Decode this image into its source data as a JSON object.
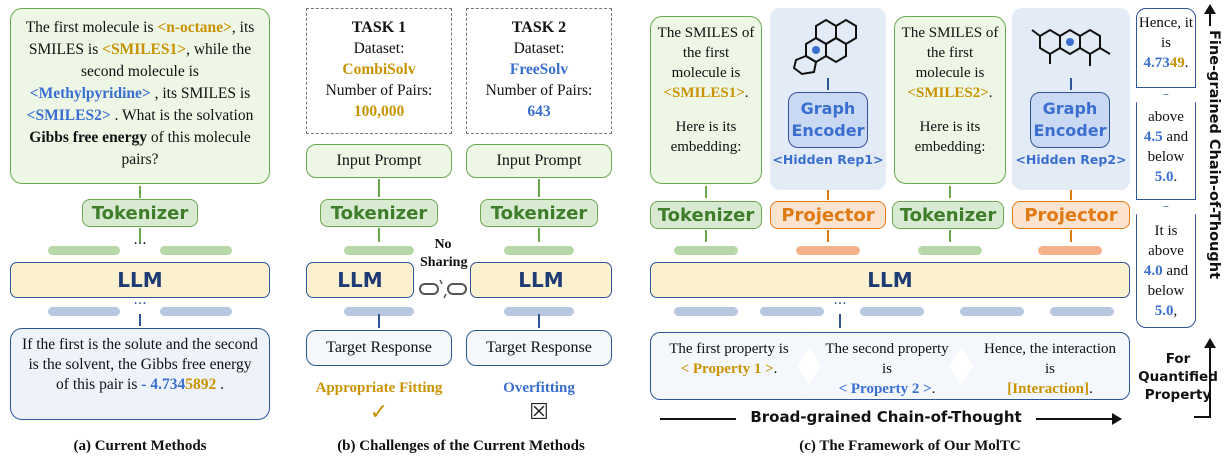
{
  "a": {
    "question": {
      "p1": "The first molecule is ",
      "n_octane": "<n-octane>",
      "p2": ", its SMILES is ",
      "smiles1": "<SMILES1>",
      "p3": ", while the second molecule is ",
      "methylpyridine": "<Methylpyridine>",
      "p4": " , its SMILES is ",
      "smiles2": "<SMILES2>",
      "p5": " . What is the solvation ",
      "gibbs": "Gibbs free energy",
      "p6": " of this molecule pairs?"
    },
    "tokenizer": "Tokenizer",
    "llm": "LLM",
    "dots_top": "···",
    "dots_bottom": "···",
    "answer": {
      "p1": "If the first is the solute and the second is the solvent, the  Gibbs free energy of this pair is ",
      "minus": "- ",
      "digits_blue": "4.734",
      "digits_gold": "5892",
      "end": " ."
    },
    "caption": "(a) Current Methods"
  },
  "b": {
    "task1": {
      "title": "TASK 1",
      "dataset_label": "Dataset:",
      "dataset": "CombiSolv",
      "pairs_label": "Number of Pairs:",
      "pairs": "100,000"
    },
    "task2": {
      "title": "TASK 2",
      "dataset_label": "Dataset:",
      "dataset": "FreeSolv",
      "pairs_label": "Number of Pairs:",
      "pairs": "643"
    },
    "input_prompt": "Input Prompt",
    "tokenizer": "Tokenizer",
    "llm": "LLM",
    "no_sharing": "No Sharing",
    "target_response": "Target Response",
    "appropriate": "Appropriate Fitting",
    "overfitting": "Overfitting",
    "check": "✓",
    "cross": "☒",
    "caption": "(b) Challenges of the Current Methods"
  },
  "c": {
    "text1": {
      "p1": "The SMILES of the first molecule is ",
      "smiles": "<SMILES1>",
      "p2": ".",
      "p3": "Here is its embedding:"
    },
    "text2": {
      "p1": "The SMILES of the first molecule is ",
      "smiles": "<SMILES2>",
      "p2": ".",
      "p3": "Here is its embedding:"
    },
    "encoder1": {
      "label": "Graph Encoder",
      "rep": "<Hidden Rep1>"
    },
    "encoder2": {
      "label": "Graph Encoder",
      "rep": "<Hidden Rep2>"
    },
    "tokenizer": "Tokenizer",
    "projector": "Projector",
    "llm": "LLM",
    "dots": "···",
    "steps": [
      {
        "p1": "The first property   is",
        "prop": "< Property 1 >",
        "end": "."
      },
      {
        "p1": "The second property is",
        "prop": "< Property 2 >",
        "end": "."
      },
      {
        "p1": "Hence, the interaction is",
        "prop": "[Interaction]",
        "end": "."
      }
    ],
    "broad_cot": "Broad-grained Chain-of-Thought",
    "fine": [
      {
        "p1": "Hence, it is",
        "v_blue": "4.73",
        "v_gold": "49",
        "end": "."
      },
      {
        "p1": "above",
        "v1": "4.5",
        "p2": "and below",
        "v2": "5.0",
        "end": "."
      },
      {
        "p1": "It is above",
        "v1": "4.0",
        "p2": "and below",
        "v2": "5.0",
        "end": ","
      }
    ],
    "fine_cot": "Fine-grained Chain-of-Thought",
    "for_quant": "For Quantified Property",
    "caption": "(c) The Framework of  Our MolTC"
  }
}
